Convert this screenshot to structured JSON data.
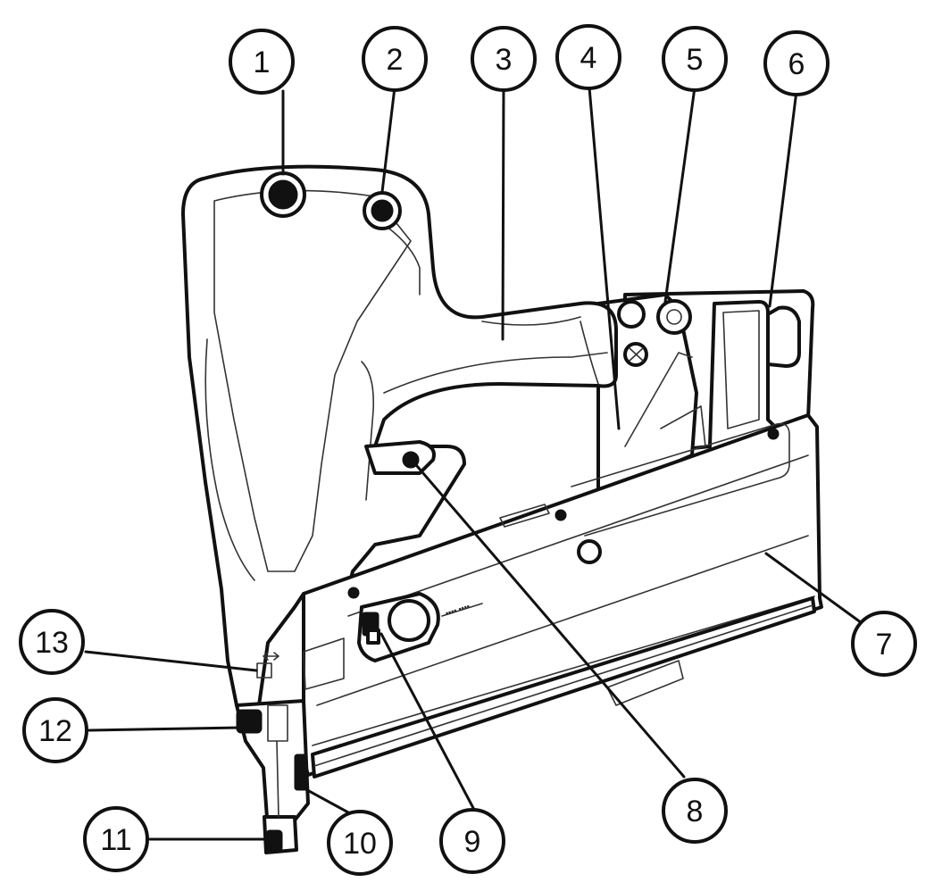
{
  "figure": {
    "type": "parts-callout-diagram",
    "subject_icon": "cordless-framing-nailer",
    "callouts": [
      "1",
      "2",
      "3",
      "4",
      "5",
      "6",
      "7",
      "8",
      "9",
      "10",
      "11",
      "12",
      "13"
    ]
  }
}
